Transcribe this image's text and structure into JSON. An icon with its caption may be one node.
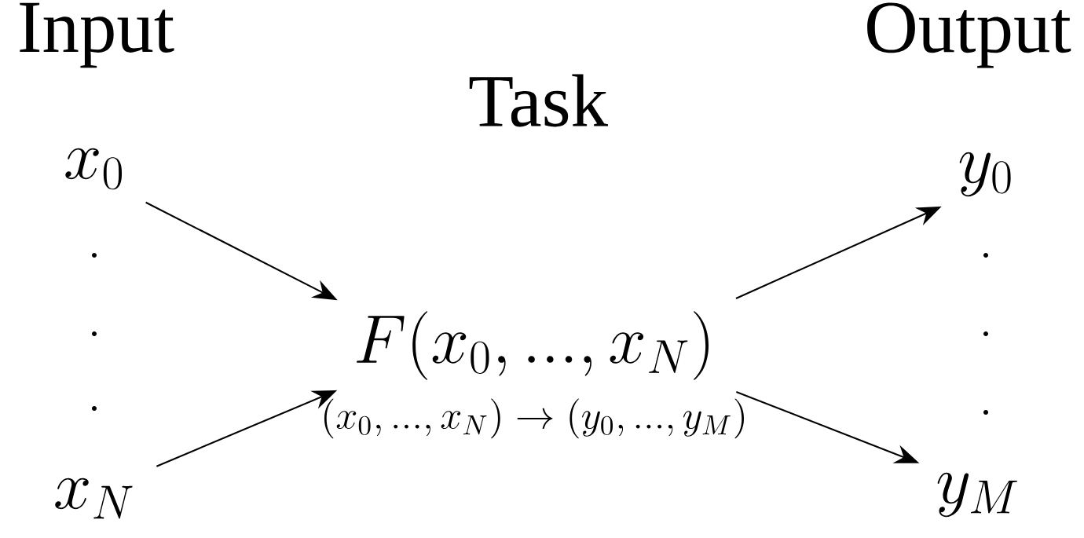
{
  "diagram": {
    "nodes": [
      {
        "text": [
          "x_0"
        ]
      },
      {
        "text": [
          "x_N"
        ]
      },
      {
        "text": [
          "F(x_0, ..., x_N)"
        ],
        "beside": [
          "(x_0, ..., x_N) \\to (y_0, ..., y_M)"
        ]
      },
      {
        "text": [
          "y_0"
        ]
      },
      {
        "text": [
          "y_M"
        ]
      }
    ],
    "edges": [
      {
        "from": 0,
        "to": 2,
        "arrow": "to"
      },
      {
        "from": 1,
        "to": 2,
        "arrow": "to"
      },
      {
        "from": 2,
        "to": 3,
        "arrow": "to"
      },
      {
        "from": 2,
        "to": 4,
        "arrow": "to"
      }
    ],
    "labels": [
      "Input",
      "Output",
      "Task"
    ]
  }
}
